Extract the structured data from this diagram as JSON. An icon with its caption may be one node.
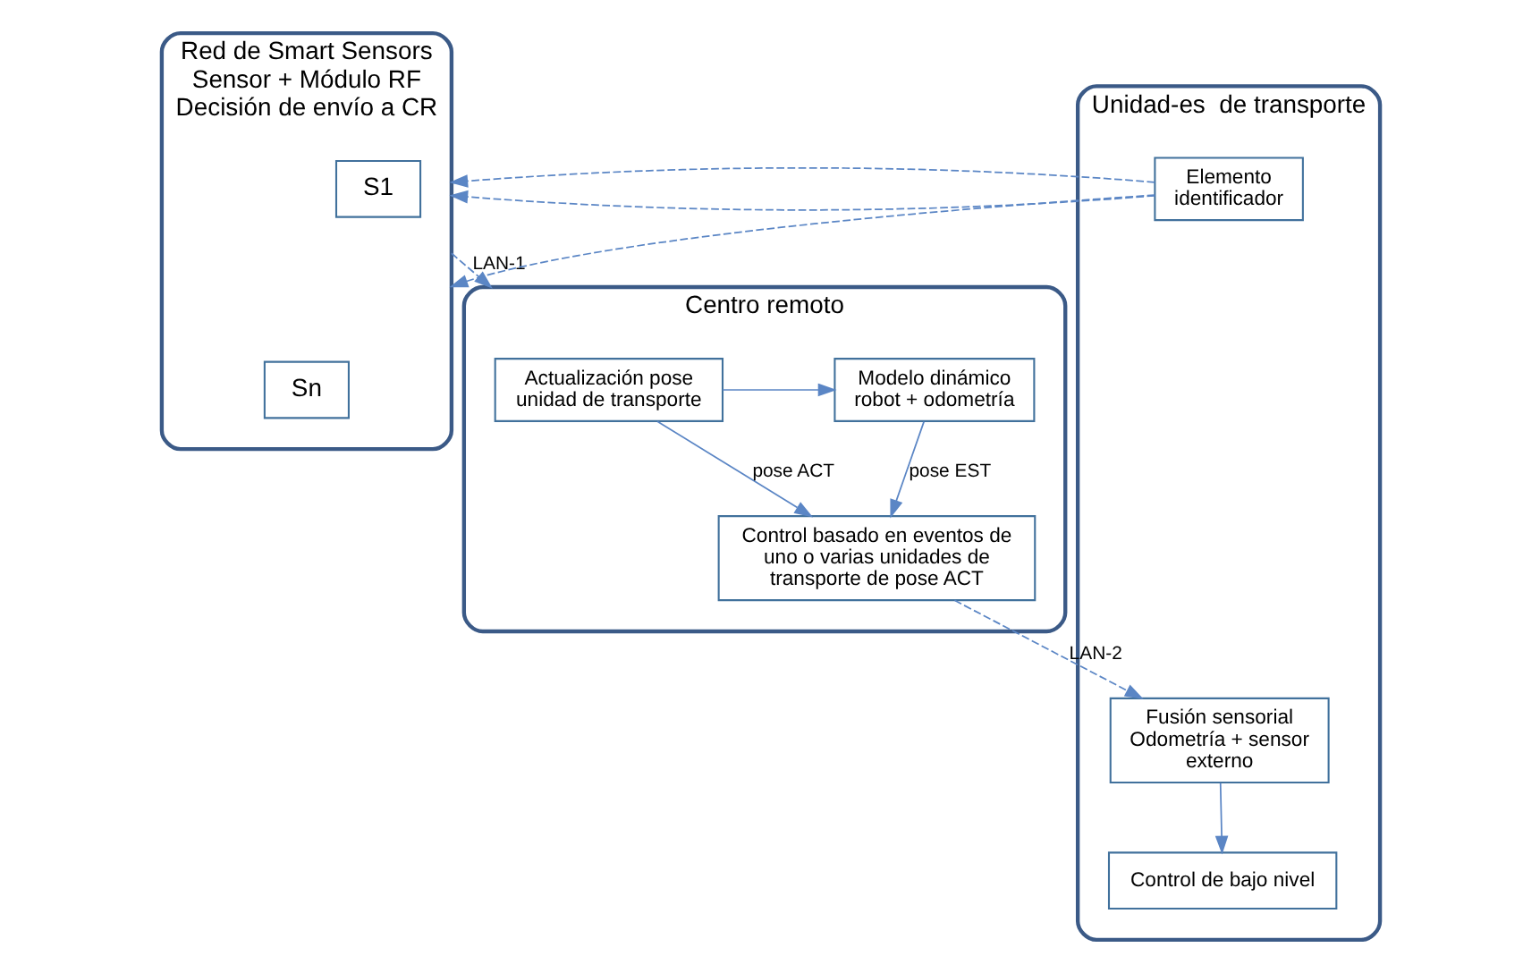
{
  "diagram": {
    "nodes": [
      {
        "text": [
          "Red de Smart Sensors",
          "Sensor + Módulo RF",
          "Decisión de envío a CR"
        ]
      },
      {
        "text": [
          "S1"
        ],
        "in": 0
      },
      {
        "text": [
          "Sn"
        ],
        "in": 0
      },
      {
        "text": [
          "Centro remoto"
        ]
      },
      {
        "text": [
          "Actualización pose unidad de transporte"
        ],
        "in": 3
      },
      {
        "text": [
          "Modelo dinámico robot + odometría"
        ],
        "in": 3
      },
      {
        "text": [
          "Control basado en eventos de uno o varias unidades de transporte de pose ACT"
        ],
        "in": 3
      },
      {
        "text": [
          "Unidad-es  de transporte"
        ]
      },
      {
        "text": [
          "Elemento identificador"
        ],
        "in": 7
      },
      {
        "text": [
          "Fusión sensorial Odometría + sensor externo"
        ],
        "in": 7
      },
      {
        "text": [
          "Control de bajo nivel"
        ],
        "in": 7
      }
    ],
    "edges": [
      {
        "from": 0,
        "to": 3,
        "arrow": "to",
        "label": "LAN-1",
        "style": "dashed"
      },
      {
        "from": 4,
        "to": 5,
        "arrow": "to"
      },
      {
        "from": 4,
        "to": 6,
        "arrow": "to",
        "label": "pose ACT"
      },
      {
        "from": 5,
        "to": 6,
        "arrow": "to",
        "label": "pose EST"
      },
      {
        "from": 6,
        "to": 9,
        "arrow": "to",
        "label": "LAN-2",
        "style": "dashed"
      },
      {
        "from": 9,
        "to": 10,
        "arrow": "to"
      },
      {
        "from": 8,
        "to": 0,
        "arrow": "to",
        "style": "dashed"
      },
      {
        "from": 8,
        "to": 0,
        "arrow": "to",
        "style": "dashed"
      },
      {
        "from": 8,
        "to": 0,
        "arrow": "to",
        "style": "dashed"
      }
    ]
  }
}
